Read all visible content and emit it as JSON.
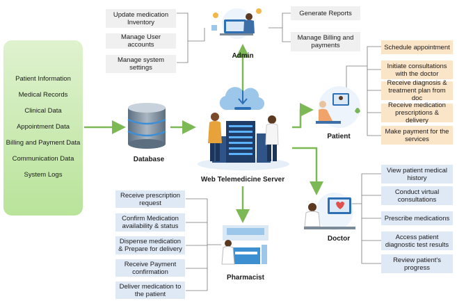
{
  "data_sources": {
    "items": [
      "Patient  Information",
      "Medical Records",
      "Clinical Data",
      "Appointment Data",
      "Billing and Payment Data",
      "Communication Data",
      "System Logs"
    ]
  },
  "nodes": {
    "database": "Database",
    "server": "Web Telemedicine Server",
    "admin": "Admin",
    "patient": "Patient",
    "doctor": "Doctor",
    "pharmacist": "Pharmacist"
  },
  "admin_tasks": [
    "Update medication Inventory",
    "Manage User accounts",
    "Manage system settings",
    "Generate Reports",
    "Manage Billing and payments"
  ],
  "patient_tasks": [
    "Schedule appointment",
    "Initiate consultations with the doctor",
    "Receive diagnosis & treatment plan from doc",
    "Receive medication prescriptions & delivery",
    "Make payment for the services"
  ],
  "doctor_tasks": [
    "View patient medical history",
    "Conduct virtual consultations",
    "Prescribe medications",
    "Access patient diagnostic test results",
    "Review patient's progress"
  ],
  "pharmacist_tasks": [
    "Receive prescription request",
    "Confirm Medication availability & status",
    "Dispense medication & Prepare for delivery",
    "Receive Payment confirmation",
    "Deliver medication to the patient"
  ],
  "colors": {
    "arrow": "#7cb955",
    "panel": "#c5e8a8",
    "patient_box": "#fbe5c8",
    "task_box": "#dfe9f6",
    "admin_box": "#f0f0f0"
  }
}
